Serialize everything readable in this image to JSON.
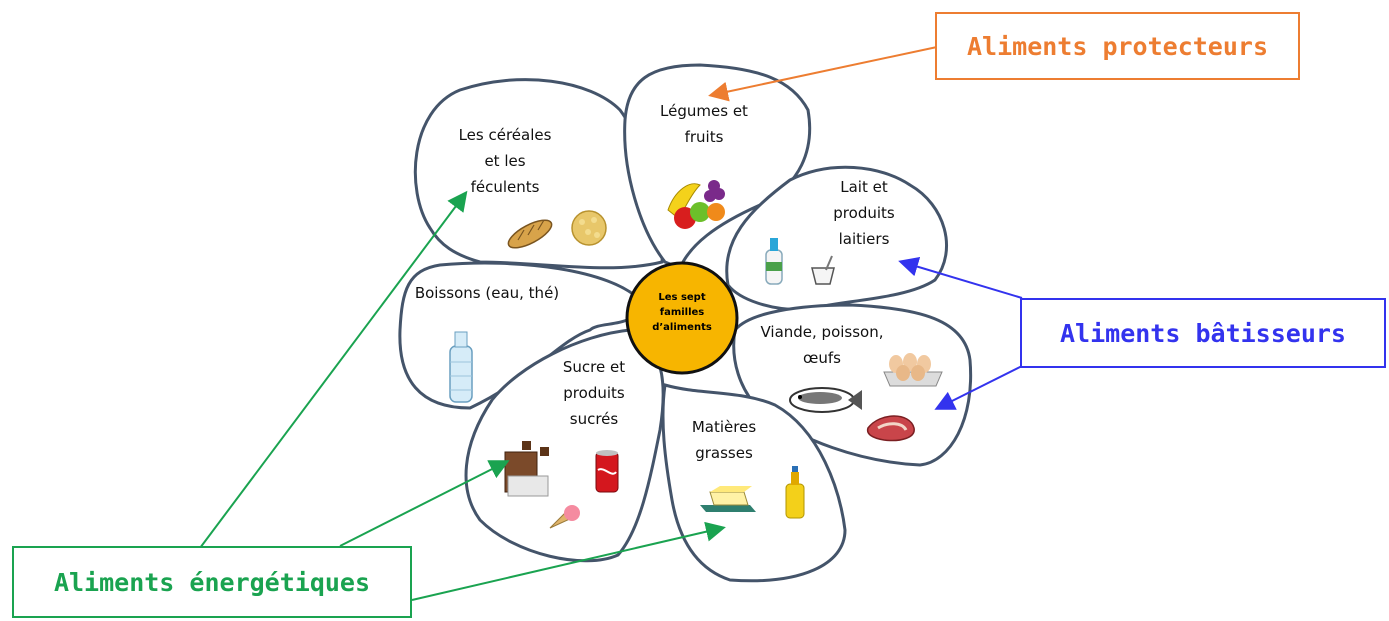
{
  "center": {
    "lines": [
      "Les sept",
      "familles",
      "d’aliments"
    ]
  },
  "petals": {
    "cereales": {
      "lines": [
        "Les céréales",
        "et les",
        "féculents"
      ]
    },
    "legumes": {
      "lines": [
        "Légumes et",
        "fruits"
      ]
    },
    "lait": {
      "lines": [
        "Lait et",
        "produits",
        "laitiers"
      ]
    },
    "viande": {
      "lines": [
        "Viande, poisson,",
        "œufs"
      ]
    },
    "matieres": {
      "lines": [
        "Matières",
        "grasses"
      ]
    },
    "sucre": {
      "lines": [
        "Sucre et",
        "produits",
        "sucrés"
      ]
    },
    "boissons": {
      "lines": [
        "Boissons (eau, thé)"
      ]
    }
  },
  "categories": {
    "protecteurs": "Aliments protecteurs",
    "batisseurs": "Aliments bâtisseurs",
    "energetiques": "Aliments énergétiques"
  },
  "colors": {
    "protecteurs": "#ed7d31",
    "batisseurs": "#3333ee",
    "energetiques": "#1aa350",
    "petal_outline": "#44546a",
    "center_fill": "#f7b500"
  },
  "icons": {
    "cereales": [
      "bread-icon",
      "pasta-icon"
    ],
    "legumes": [
      "fruit-basket-icon"
    ],
    "lait": [
      "milk-bottle-icon",
      "yogurt-icon"
    ],
    "viande": [
      "eggs-icon",
      "fish-icon",
      "steak-icon"
    ],
    "matieres": [
      "butter-icon",
      "oil-bottle-icon"
    ],
    "sucre": [
      "chocolate-icon",
      "soda-can-icon",
      "ice-cream-icon"
    ],
    "boissons": [
      "water-bottle-icon"
    ]
  }
}
